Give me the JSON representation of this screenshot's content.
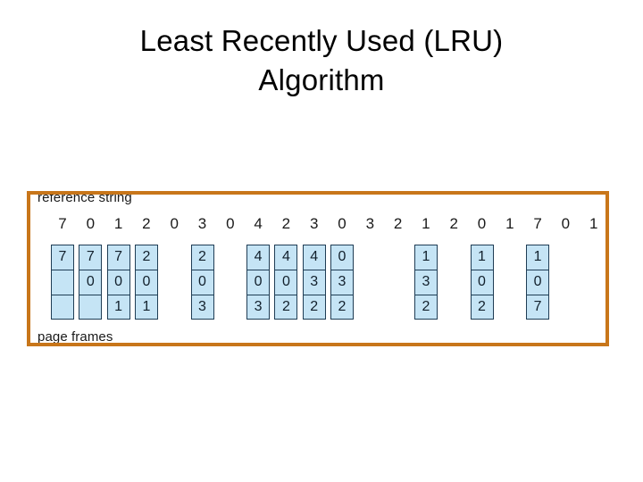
{
  "slide": {
    "title_line1": "Least Recently Used (LRU)",
    "title_line2": "Algorithm"
  },
  "diagram": {
    "border_color": "#c8761a",
    "cell_fill_color": "#c5e4f5",
    "cell_border_color": "#1f3d55",
    "reference_label": "reference string",
    "frames_label": "page frames",
    "frame_count": 3,
    "reference_string": [
      "7",
      "0",
      "1",
      "2",
      "0",
      "3",
      "0",
      "4",
      "2",
      "3",
      "0",
      "3",
      "2",
      "1",
      "2",
      "0",
      "1",
      "7",
      "0",
      "1"
    ],
    "columns": [
      {
        "index": 0,
        "cells": [
          "7",
          "",
          ""
        ]
      },
      {
        "index": 1,
        "cells": [
          "7",
          "0",
          ""
        ]
      },
      {
        "index": 2,
        "cells": [
          "7",
          "0",
          "1"
        ]
      },
      {
        "index": 3,
        "cells": [
          "2",
          "0",
          "1"
        ]
      },
      {
        "index": 5,
        "cells": [
          "2",
          "0",
          "3"
        ]
      },
      {
        "index": 7,
        "cells": [
          "4",
          "0",
          "3"
        ]
      },
      {
        "index": 8,
        "cells": [
          "4",
          "0",
          "2"
        ]
      },
      {
        "index": 9,
        "cells": [
          "4",
          "3",
          "2"
        ]
      },
      {
        "index": 10,
        "cells": [
          "0",
          "3",
          "2"
        ]
      },
      {
        "index": 13,
        "cells": [
          "1",
          "3",
          "2"
        ]
      },
      {
        "index": 15,
        "cells": [
          "1",
          "0",
          "2"
        ]
      },
      {
        "index": 17,
        "cells": [
          "1",
          "0",
          "7"
        ]
      }
    ]
  }
}
